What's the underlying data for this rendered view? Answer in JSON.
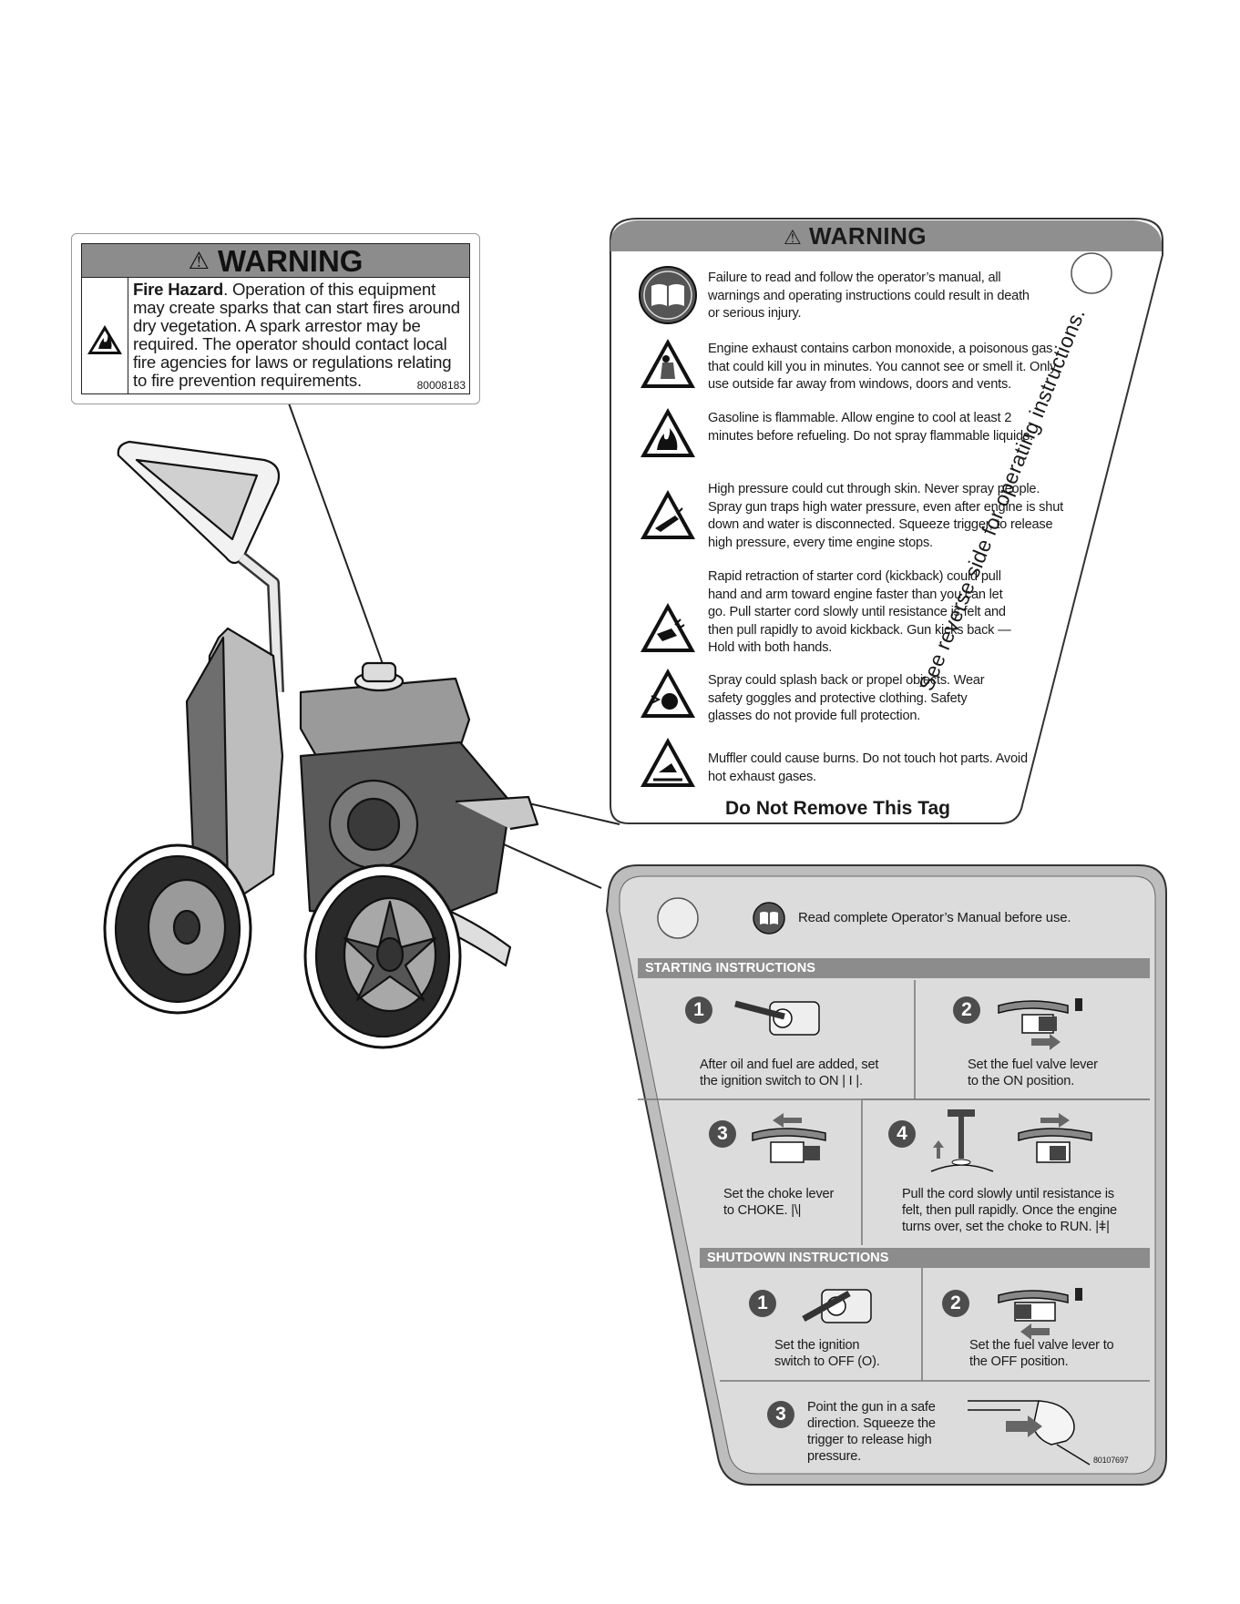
{
  "fire_label": {
    "title": "WARNING",
    "lead": "Fire Hazard",
    "body": ". Operation of this equipment may create sparks that can start fires around dry vegetation. A spark arrestor may be required. The operator should contact local fire agencies for laws or regulations relating to fire prevention requirements.",
    "code": "80008183"
  },
  "warning_tag": {
    "title": "WARNING",
    "items": [
      "Failure to read and follow the operator’s manual, all warnings and operating instructions could result in death or serious injury.",
      "Engine exhaust contains carbon monoxide, a poisonous gas that could kill you in minutes. You cannot see or smell it. Only use outside far away from windows, doors and vents.",
      "Gasoline is flammable. Allow engine to cool at least 2 minutes before refueling. Do not spray flammable liquids.",
      "High pressure could cut through skin. Never spray people. Spray gun traps high water pressure, even after engine is shut down and water is disconnected. Squeeze trigger, to release high pressure, every time engine stops.",
      "Rapid retraction of starter cord (kickback) could pull hand and arm toward engine faster than you can let go. Pull starter cord slowly until resistance is felt and then pull rapidly to avoid kickback. Gun kicks back — Hold with both hands.",
      "Spray could splash back or propel objects. Wear safety goggles and protective clothing. Safety glasses do not provide full protection.",
      "Muffler could cause burns. Do not touch hot parts. Avoid hot exhaust gases."
    ],
    "footer": "Do Not Remove This Tag",
    "side_note": "See reverse side for operating instructions."
  },
  "instruction_tag": {
    "manual_note": "Read complete Operator’s Manual before use.",
    "starting_title": "STARTING INSTRUCTIONS",
    "starting_steps": [
      {
        "num": "1",
        "text": "After oil and fuel are added, set the ignition switch to ON | I |."
      },
      {
        "num": "2",
        "text": "Set the fuel valve lever to the ON position."
      },
      {
        "num": "3",
        "text": "Set the choke lever to CHOKE. |\\|"
      },
      {
        "num": "4",
        "text": "Pull the cord slowly until resistance is felt, then pull rapidly. Once the engine turns over, set the choke to RUN. |ǂ|"
      }
    ],
    "shutdown_title": "SHUTDOWN INSTRUCTIONS",
    "shutdown_steps": [
      {
        "num": "1",
        "text": "Set the ignition switch to OFF (O)."
      },
      {
        "num": "2",
        "text": "Set the fuel valve lever to the OFF position."
      },
      {
        "num": "3",
        "text": "Point the gun in a safe direction. Squeeze the trigger to release high pressure."
      }
    ],
    "code": "80107697"
  }
}
